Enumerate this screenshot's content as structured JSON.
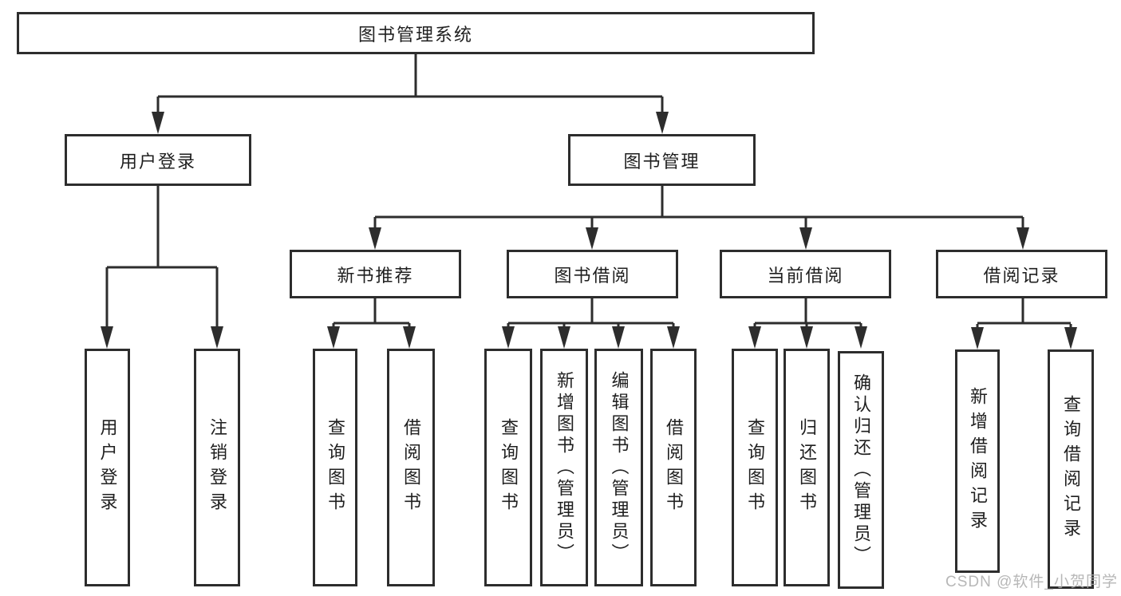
{
  "diagram": {
    "root": "图书管理系统",
    "branches": [
      {
        "label": "用户登录",
        "children": [
          "用户登录",
          "注销登录"
        ]
      },
      {
        "label": "图书管理",
        "sections": [
          {
            "label": "新书推荐",
            "children": [
              "查询图书",
              "借阅图书"
            ]
          },
          {
            "label": "图书借阅",
            "children": [
              "查询图书",
              "新增图书（管理员）",
              "编辑图书（管理员）",
              "借阅图书"
            ]
          },
          {
            "label": "当前借阅",
            "children": [
              "查询图书",
              "归还图书",
              "确认归还（管理员）"
            ]
          },
          {
            "label": "借阅记录",
            "children": [
              "新增借阅记录",
              "查询借阅记录"
            ]
          }
        ]
      }
    ]
  },
  "watermark": "CSDN @软件_小贺同学",
  "colors": {
    "line": "#2d2d2d",
    "border": "#2d2d2d",
    "text": "#1f1f1f",
    "watermark": "#aaaaaa",
    "background": "#ffffff"
  }
}
